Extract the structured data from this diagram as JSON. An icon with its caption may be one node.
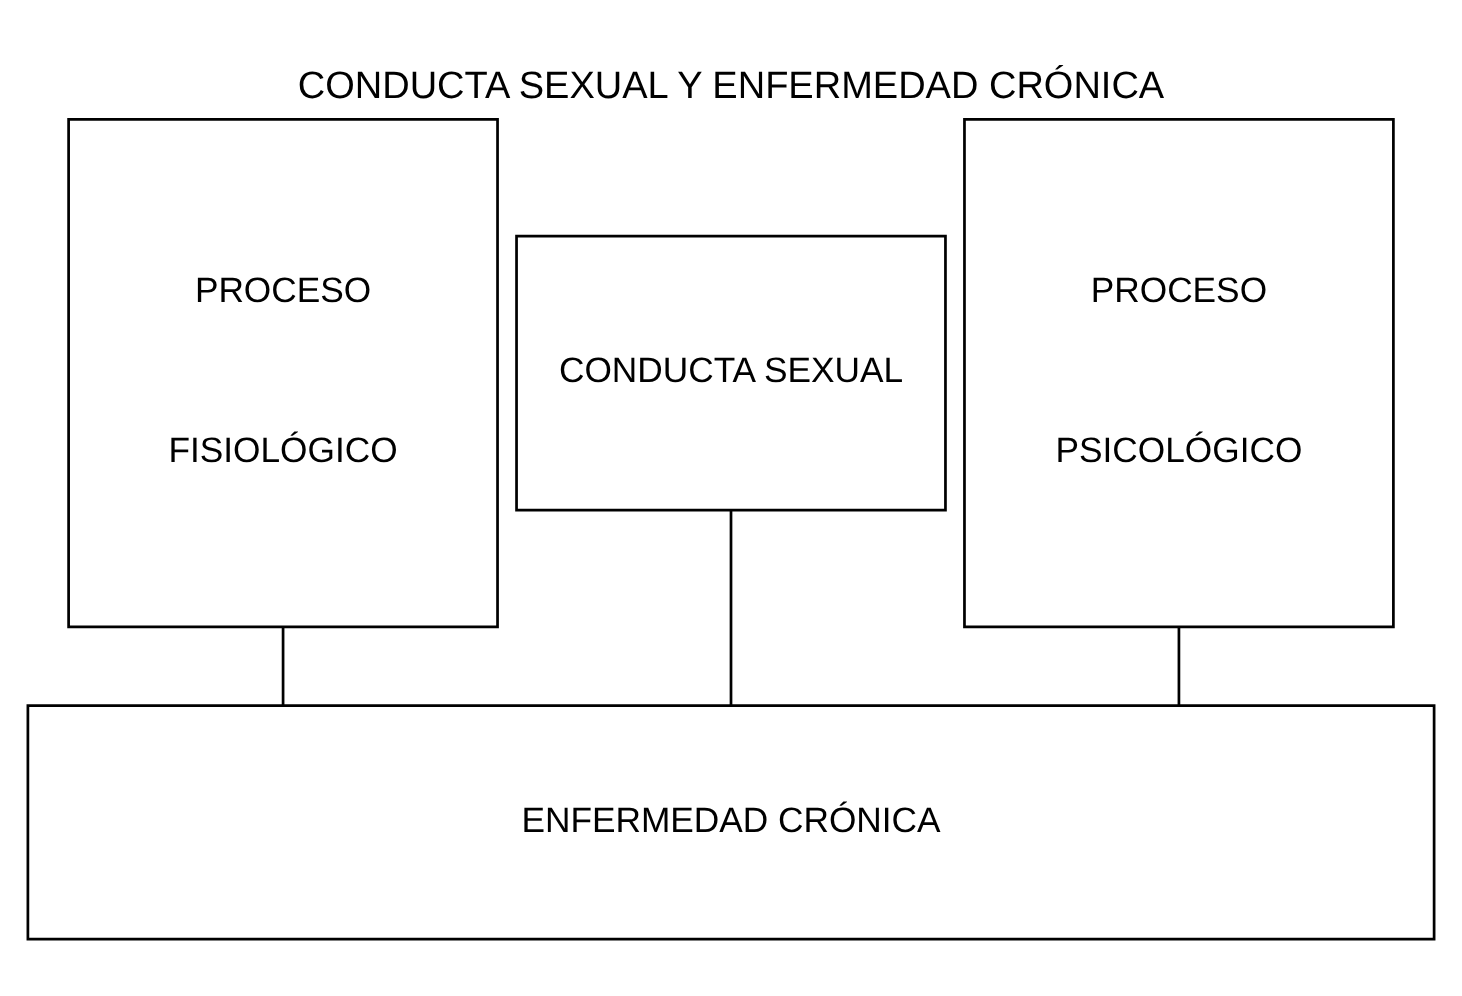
{
  "diagram": {
    "title": "CONDUCTA SEXUAL Y ENFERMEDAD CRÓNICA",
    "nodes": [
      {
        "text": [
          "PROCESO",
          "FISIOLÓGICO"
        ]
      },
      {
        "text": [
          "CONDUCTA SEXUAL"
        ]
      },
      {
        "text": [
          "PROCESO",
          "PSICOLÓGICO"
        ]
      },
      {
        "text": [
          "ENFERMEDAD CRÓNICA"
        ]
      }
    ],
    "edges": [
      {
        "from": 0,
        "to": 3,
        "arrow": "none"
      },
      {
        "from": 1,
        "to": 3,
        "arrow": "none"
      },
      {
        "from": 2,
        "to": 3,
        "arrow": "none"
      }
    ]
  }
}
